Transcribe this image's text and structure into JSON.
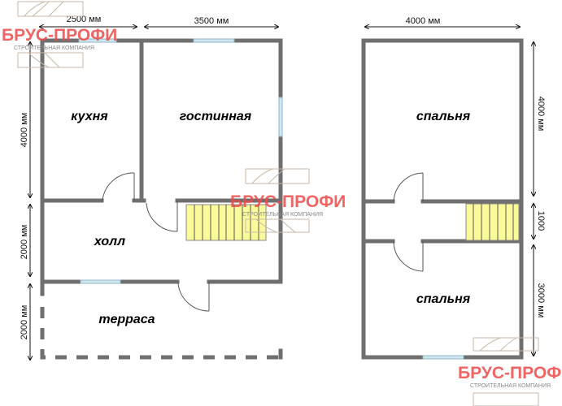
{
  "logo": {
    "name": "БРУС-ПРОФИ",
    "subtitle": "СТРОИТЕЛЬНАЯ КОМПАНИЯ",
    "color": "#ee4a4a"
  },
  "floor1": {
    "dims": {
      "top_left": "2500 мм",
      "top_right": "3500 мм",
      "left_top": "4000 мм",
      "left_mid": "2000 мм",
      "left_bottom": "2000 мм"
    },
    "rooms": {
      "kitchen": "кухня",
      "living": "гостинная",
      "hall": "холл",
      "terrace": "терраса"
    }
  },
  "floor2": {
    "dims": {
      "top": "4000 мм",
      "right_top": "4000 мм",
      "right_mid": "1000",
      "right_bottom": "3000 мм"
    },
    "rooms": {
      "bedroom1": "спальня",
      "bedroom2": "спальня"
    }
  },
  "colors": {
    "wall": "#6f6f6f",
    "stairs": "#fafa9a",
    "window": "#cfe7ef"
  }
}
